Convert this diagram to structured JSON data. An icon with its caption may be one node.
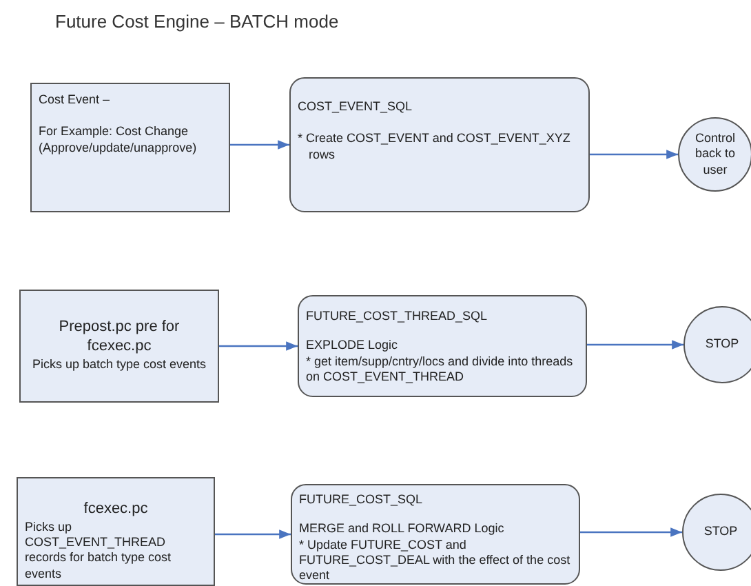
{
  "diagram": {
    "title": "Future Cost Engine – BATCH mode",
    "nodes": [
      {
        "text": [
          "Cost Event –",
          "For Example: Cost Change (Approve/update/unapprove)"
        ]
      },
      {
        "text": [
          "COST_EVENT_SQL",
          "* Create COST_EVENT and COST_EVENT_XYZ rows"
        ]
      },
      {
        "text": [
          "Control back to user"
        ]
      },
      {
        "text": [
          "Prepost.pc pre for fcexec.pc",
          "Picks up batch type cost events"
        ]
      },
      {
        "text": [
          "FUTURE_COST_THREAD_SQL",
          "EXPLODE Logic",
          "* get item/supp/cntry/locs and divide into threads on COST_EVENT_THREAD"
        ]
      },
      {
        "text": [
          "STOP"
        ]
      },
      {
        "text": [
          "fcexec.pc",
          "Picks up COST_EVENT_THREAD records for batch type cost events"
        ]
      },
      {
        "text": [
          "FUTURE_COST_SQL",
          "MERGE and ROLL FORWARD Logic",
          "* Update FUTURE_COST and FUTURE_COST_DEAL with the effect of the cost event"
        ]
      },
      {
        "text": [
          "STOP"
        ]
      }
    ],
    "edges": [
      {
        "from": 0,
        "to": 1,
        "arrow": "to"
      },
      {
        "from": 1,
        "to": 2,
        "arrow": "to"
      },
      {
        "from": 3,
        "to": 4,
        "arrow": "to"
      },
      {
        "from": 4,
        "to": 5,
        "arrow": "to"
      },
      {
        "from": 6,
        "to": 7,
        "arrow": "to"
      },
      {
        "from": 7,
        "to": 8,
        "arrow": "to"
      }
    ]
  }
}
